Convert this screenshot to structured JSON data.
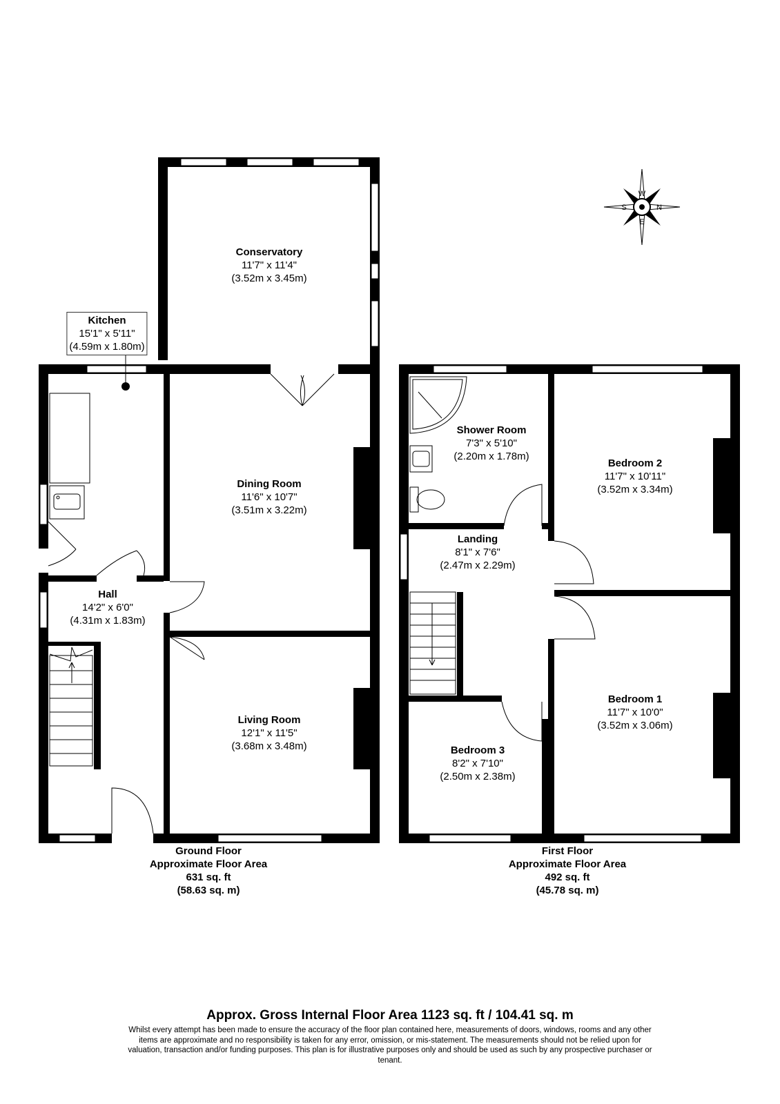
{
  "rooms": {
    "conservatory": {
      "name": "Conservatory",
      "imperial": "11'7\" x 11'4\"",
      "metric": "(3.52m x 3.45m)"
    },
    "kitchen": {
      "name": "Kitchen",
      "imperial": "15'1\" x 5'11\"",
      "metric": "(4.59m x 1.80m)"
    },
    "dining_room": {
      "name": "Dining Room",
      "imperial": "11'6\" x 10'7\"",
      "metric": "(3.51m x 3.22m)"
    },
    "hall": {
      "name": "Hall",
      "imperial": "14'2\" x 6'0\"",
      "metric": "(4.31m x 1.83m)"
    },
    "living_room": {
      "name": "Living Room",
      "imperial": "12'1\" x 11'5\"",
      "metric": "(3.68m x 3.48m)"
    },
    "shower_room": {
      "name": "Shower Room",
      "imperial": "7'3\" x 5'10\"",
      "metric": "(2.20m x 1.78m)"
    },
    "bedroom_2": {
      "name": "Bedroom 2",
      "imperial": "11'7\" x 10'11\"",
      "metric": "(3.52m x 3.34m)"
    },
    "landing": {
      "name": "Landing",
      "imperial": "8'1\" x 7'6\"",
      "metric": "(2.47m x 2.29m)"
    },
    "bedroom_1": {
      "name": "Bedroom 1",
      "imperial": "11'7\" x 10'0\"",
      "metric": "(3.52m x 3.06m)"
    },
    "bedroom_3": {
      "name": "Bedroom 3",
      "imperial": "8'2\" x 7'10\"",
      "metric": "(2.50m x 2.38m)"
    }
  },
  "floors": {
    "ground": {
      "name": "Ground Floor",
      "caption": "Approximate Floor Area",
      "sqft": "631 sq. ft",
      "sqm": "(58.63 sq. m)"
    },
    "first": {
      "name": "First Floor",
      "caption": "Approximate Floor Area",
      "sqft": "492 sq. ft",
      "sqm": "(45.78 sq. m)"
    }
  },
  "compass": {
    "n": "N",
    "s": "S",
    "e": "E",
    "w": "W"
  },
  "footer": {
    "gross": "Approx. Gross Internal Floor Area 1123 sq. ft / 104.41 sq. m",
    "disclaimer": "Whilst every attempt has been made to ensure the accuracy of the floor plan contained here, measurements of doors, windows, rooms and any other items are approximate and no responsibility is taken for any error, omission, or mis-statement. The measurements should not be relied upon for valuation, transaction and/or funding purposes. This plan is for illustrative purposes only and should be used as such by any prospective purchaser or tenant."
  }
}
